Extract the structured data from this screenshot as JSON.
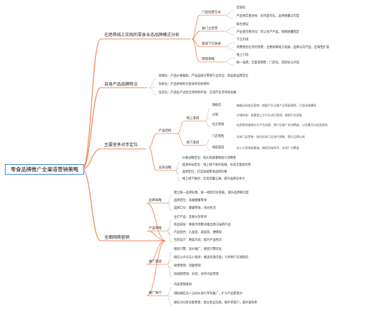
{
  "colors": {
    "branch": "#f08a5d",
    "root_border": "#3a8ad6",
    "leaf_line": "#c6c6c6"
  },
  "root": "零食品牌推广全渠道营销策略",
  "b1": {
    "title": "在跨界线上实践的零食业态品牌模式分析",
    "c1": "门店经营方式",
    "c1_leaves": [
      "连锁化",
      "产品线丰富多样：支持超市化，品牌质量认可度"
    ],
    "c2": "独门立定营",
    "c2_leaves": [
      "联合建设",
      "产业链完善对比：可以生产产品，保障质量稳定"
    ],
    "c3": "渠道下沉发展",
    "c3_leaves": [
      "下沉市场",
      "消费理念在农村消费，主要依靠地方发展，品牌与其产品，区域性扩张"
    ],
    "c4": "营销策略",
    "c4_leaves": [
      "线上引流",
      "统一品牌，全渠道销售：门店化，连锁化与开放"
    ]
  },
  "b2": {
    "title": "自身产品品牌特点",
    "leaves": [
      "高端化：产品价格偏高，产品品质在零食行业突出：高品质品牌定位",
      "有机化：产品原材料全部采用有机原料",
      "生态化：产品生产过程全部绿色环保：实现产业可持续发展"
    ]
  },
  "b3": {
    "title": "主要竞争对手定位",
    "g1": "产品结构",
    "g1a": "线上渠道",
    "g1a_items": [
      {
        "label": "旗舰店",
        "text": "旗舰店网络运营商：根据平台主要产品搭配营销，打造网络爆款"
      },
      {
        "label": "分销",
        "text": "分销网络：依靠第三方平台进行营销，借助平台获客"
      },
      {
        "label": "社交营销",
        "text": "社群营销借助社交平台流量，将产品推广给消费者，以优惠活动促进复购"
      }
    ],
    "g1b": "线下渠道",
    "g1b_items": [
      {
        "label": "门店零售",
        "text": "实体门店零售：依托实体门店进行销售，提升品牌认知"
      },
      {
        "label": "商超渠道",
        "text": "进入大型商超渠道，铺设货架陈列，实现广泛覆盖"
      }
    ],
    "g2": "竞争战略",
    "g2_leaves": [
      "价格战略定位：低价高质策略吸引消费者",
      "渠道布局定位：线上线下协同发展，形成全渠道优势",
      "品牌定位：打造高端零食品牌形象",
      "线上线下融合：实现流量互通，提升品牌竞争力"
    ]
  },
  "b4": {
    "title": "全面网络营销",
    "g1": "品牌策略",
    "g1_leaves": [
      "建立统一品牌形象，统一视觉识别系统，提升品牌辨识度",
      "品牌定位：高端健康零食",
      "品牌口号：健康零食，快乐生活"
    ],
    "g2": "产品策略",
    "g2_leaves": [
      "主打产品：坚果炒货系列",
      "新品研发：根据市场需求推出新口味新产品",
      "产品组合：礼盒装、家庭装、便携装",
      "包装设计：精美包装，提升产品档次"
    ],
    "g3": "推广渠道",
    "g3_leaves": [
      "搜索引擎：竞价推广，搜索引擎优化",
      "微信公众号与小程序：推送优质内容，引导用户在线购买",
      "微博营销：话题营销",
      "短视频营销：抖音、快手内容营销"
    ],
    "g4": "推广执行",
    "g4_leaves": [
      "内容营销策划",
      "借助网红达人与KOL进行带货推广，扩大产品影响力",
      "微信/QQ等社群营销：建立粉丝社群，维护老客户，提升复购率"
    ]
  }
}
